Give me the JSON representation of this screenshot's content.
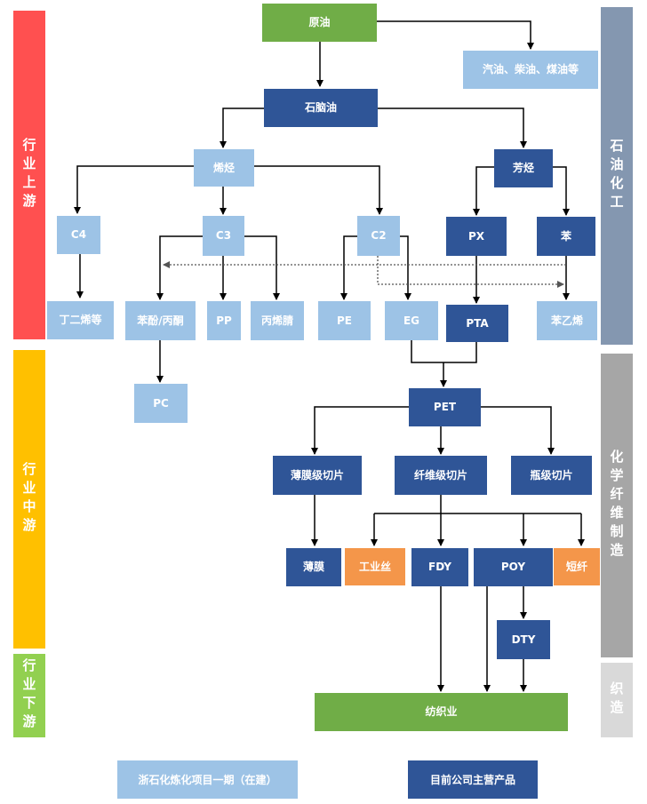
{
  "sidebars": {
    "upstream": "行业上游",
    "midstream": "行业中游",
    "downstream": "行业下游",
    "petrochemical": "石油化工",
    "chemical_fiber": "化学纤维制造",
    "weaving": "织造"
  },
  "nodes": {
    "crude_oil": "原油",
    "fuels": "汽油、柴油、煤油等",
    "naphtha": "石脑油",
    "olefins": "烯烃",
    "aromatics": "芳烃",
    "c4": "C4",
    "c3": "C3",
    "c2": "C2",
    "px": "PX",
    "benzene": "苯",
    "butadiene": "丁二烯等",
    "phenol_acetone": "苯酚/丙酮",
    "pp": "PP",
    "acrylonitrile": "丙烯腈",
    "pe": "PE",
    "eg": "EG",
    "pta": "PTA",
    "styrene": "苯乙烯",
    "pc": "PC",
    "pet": "PET",
    "film_chip": "薄膜级切片",
    "fiber_chip": "纤维级切片",
    "bottle_chip": "瓶级切片",
    "film": "薄膜",
    "industrial_yarn": "工业丝",
    "fdy": "FDY",
    "poy": "POY",
    "staple_fiber": "短纤",
    "dty": "DTY",
    "textile": "纺织业"
  },
  "legend": {
    "zpc_project": "浙石化炼化项目一期（在建）",
    "main_products": "目前公司主营产品"
  },
  "colors": {
    "green": "#70ad47",
    "dark_blue": "#2f5597",
    "light_blue": "#9dc3e6",
    "orange": "#f4964a",
    "upstream_red": "#ff5050",
    "midstream_yellow": "#ffc000",
    "downstream_green": "#92d050",
    "petrochem_gray_blue": "#8497b0",
    "fiber_gray": "#a6a6a6",
    "weaving_gray": "#d9d9d9"
  }
}
